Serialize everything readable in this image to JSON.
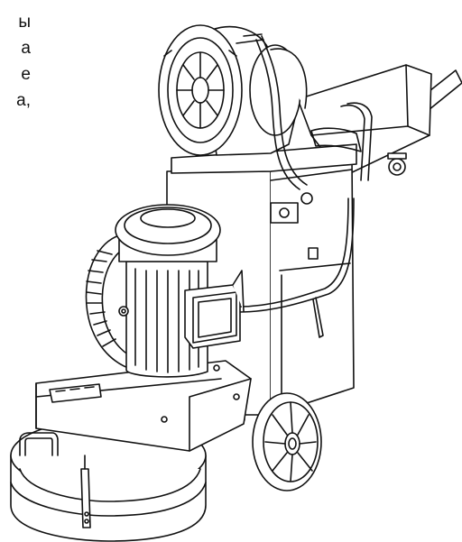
{
  "side_text_fragments": [
    "ы",
    "а",
    "е",
    "а,"
  ],
  "illustration": {
    "stroke_color": "#111111",
    "fill_color": "#ffffff"
  }
}
